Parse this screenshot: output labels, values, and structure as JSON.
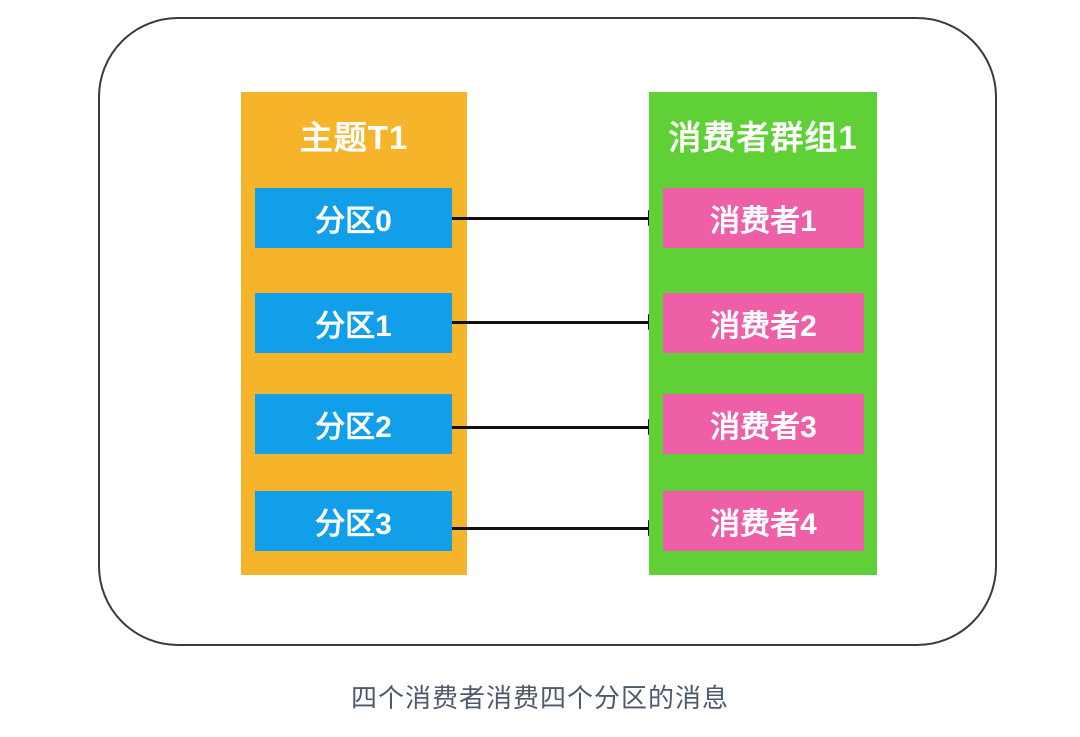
{
  "diagram": {
    "topic": {
      "title": "主题T1",
      "column_color": "#f6b42a",
      "box_color": "#129fea",
      "partitions": [
        {
          "label": "分区0"
        },
        {
          "label": "分区1"
        },
        {
          "label": "分区2"
        },
        {
          "label": "分区3"
        }
      ]
    },
    "consumer_group": {
      "title": "消费者群组1",
      "column_color": "#5fd035",
      "box_color": "#ee5fa7",
      "consumers": [
        {
          "label": "消费者1"
        },
        {
          "label": "消费者2"
        },
        {
          "label": "消费者3"
        },
        {
          "label": "消费者4"
        }
      ]
    },
    "arrows": [
      {
        "from": "分区0",
        "to": "消费者1"
      },
      {
        "from": "分区1",
        "to": "消费者2"
      },
      {
        "from": "分区2",
        "to": "消费者3"
      },
      {
        "from": "分区3",
        "to": "消费者4"
      }
    ],
    "caption": "四个消费者消费四个分区的消息",
    "frame_border_color": "#3b3b3b",
    "arrow_color": "#111111",
    "text_color": "#ffffff",
    "caption_color": "#4d5a6b"
  }
}
